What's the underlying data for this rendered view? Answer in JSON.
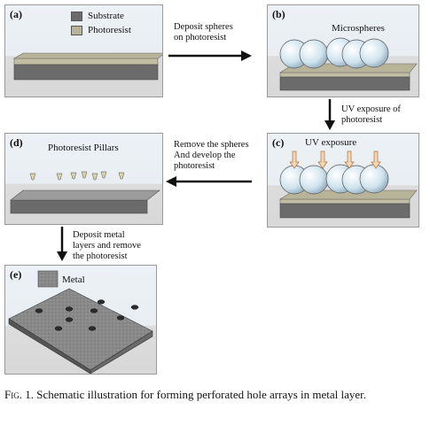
{
  "panels": {
    "a": {
      "label": "(a)",
      "legend": {
        "substrate": "Substrate",
        "photoresist": "Photoresist"
      }
    },
    "b": {
      "label": "(b)",
      "text": "Microspheres"
    },
    "c": {
      "label": "(c)",
      "text": "UV exposure"
    },
    "d": {
      "label": "(d)",
      "text": "Photoresist Pillars"
    },
    "e": {
      "label": "(e)",
      "text": "Metal"
    }
  },
  "steps": {
    "a_to_b": [
      "Deposit spheres",
      "on photoresist"
    ],
    "b_to_c": [
      "UV exposure of",
      "photoresist"
    ],
    "c_to_d": [
      "Remove the spheres",
      "And develop the",
      "photoresist"
    ],
    "d_to_e": [
      "Deposit metal",
      "layers and remove",
      "the photoresist"
    ]
  },
  "caption": {
    "prefix": "Fig. 1.",
    "text": "Schematic illustration for forming perforated hole arrays in metal layer."
  },
  "colors": {
    "substrate": "#6b6b6b",
    "photoresist": "#b8b49a",
    "sphere": "#cfe3ee",
    "uv_arrow": "#f3d6b4",
    "metal": "#8a8a8a"
  }
}
